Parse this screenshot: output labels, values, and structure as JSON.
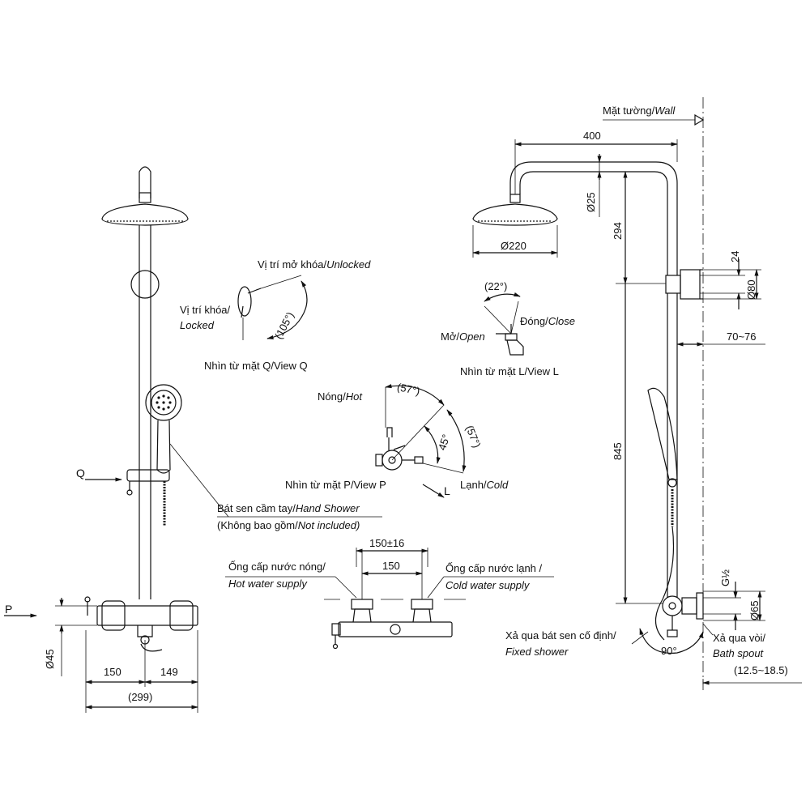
{
  "front_view": {
    "dim_width_left": "150",
    "dim_width_right": "149",
    "dim_total": "(299)",
    "dim_valve_dia": "Ø45",
    "marker_q": "Q",
    "marker_p": "P"
  },
  "view_q": {
    "unlocked_vi": "Vị trí mở khóa/",
    "unlocked_en": "Unlocked",
    "locked_vi": "Vị trí khóa/",
    "locked_en": "Locked",
    "angle": "(105°)",
    "caption": "Nhìn từ mặt Q/View Q"
  },
  "view_p": {
    "hot_vi": "Nóng/",
    "hot_en": "Hot",
    "cold_vi": "Lạnh/",
    "cold_en": "Cold",
    "angle_top": "(57°)",
    "angle_right": "(57°)",
    "angle_mid": "45°",
    "caption": "Nhìn từ mặt P/View P",
    "marker_l": "L"
  },
  "view_l": {
    "angle": "(22°)",
    "close_vi": "Đóng/",
    "close_en": "Close",
    "open_vi": "Mở/",
    "open_en": "Open",
    "caption": "Nhìn từ mặt L/View L"
  },
  "hand_shower": {
    "line1_vi": "Bát sen cầm tay/",
    "line1_en": "Hand Shower",
    "line2_vi": "(Không bao gồm/",
    "line2_en": "Not included)"
  },
  "supply": {
    "dim_tol": "150±16",
    "dim_center": "150",
    "hot_vi": "Ống cấp nước nóng/",
    "hot_en": "Hot water supply",
    "cold_vi": "Ống cấp nước lạnh /",
    "cold_en": "Cold water supply"
  },
  "side_view": {
    "wall_vi": "Mặt tường/",
    "wall_en": "Wall",
    "dim_arm": "400",
    "dim_pipe": "Ø25",
    "dim_head": "Ø220",
    "dim_upper": "294",
    "dim_bracket": "24",
    "dim_bracket_dia": "Ø80",
    "dim_offset": "70~76",
    "dim_lower": "845",
    "dim_thread": "G½",
    "dim_flange": "Ø65",
    "fixed_vi": "Xả qua bát sen cố định/",
    "fixed_en": "Fixed shower",
    "angle": "90°",
    "spout_vi": "Xả qua vòi/",
    "spout_en": "Bath spout",
    "dim_wall": "(12.5~18.5)"
  }
}
